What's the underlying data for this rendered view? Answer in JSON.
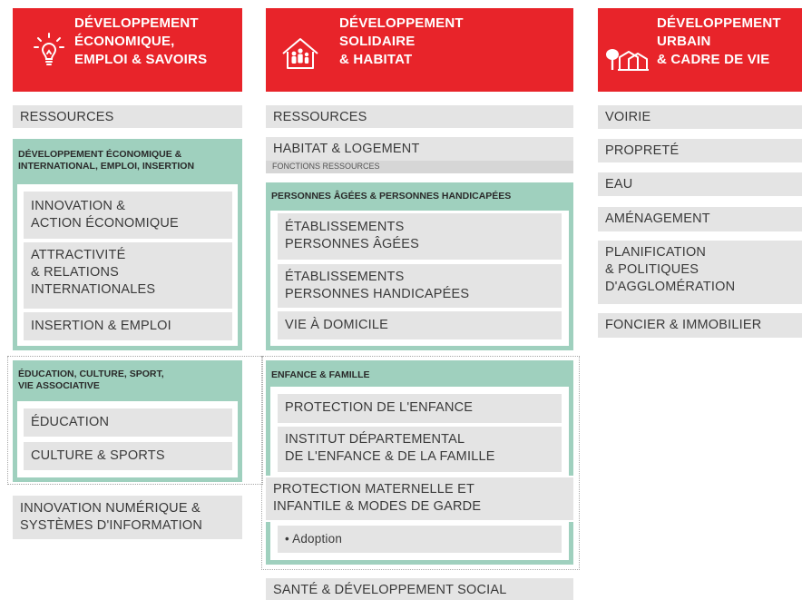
{
  "columns": [
    {
      "title_lines": [
        "DÉVELOPPEMENT",
        "ÉCONOMIQUE,",
        "EMPLOI & SAVOIRS"
      ],
      "icon": "lightbulb-icon",
      "ressources": "RESSOURCES",
      "group1": {
        "title_lines": [
          "DÉVELOPPEMENT ÉCONOMIQUE &",
          "INTERNATIONAL, EMPLOI, INSERTION"
        ],
        "items": [
          {
            "lines": [
              "INNOVATION &",
              "ACTION ÉCONOMIQUE"
            ]
          },
          {
            "lines": [
              "ATTRACTIVITÉ",
              "& RELATIONS",
              "INTERNATIONALES"
            ]
          },
          {
            "lines": [
              "INSERTION & EMPLOI"
            ]
          }
        ]
      },
      "group2": {
        "title_lines": [
          "ÉDUCATION, CULTURE, SPORT,",
          "VIE ASSOCIATIVE"
        ],
        "items": [
          {
            "lines": [
              "ÉDUCATION"
            ]
          },
          {
            "lines": [
              "CULTURE & SPORTS"
            ]
          }
        ]
      },
      "footer": [
        "INNOVATION NUMÉRIQUE &",
        "SYSTÈMES D'INFORMATION"
      ]
    },
    {
      "title_lines": [
        "DÉVELOPPEMENT",
        "SOLIDAIRE",
        "& HABITAT"
      ],
      "icon": "family-house-icon",
      "ressources": "RESSOURCES",
      "habitat": "HABITAT & LOGEMENT",
      "fonctions": "FONCTIONS RESSOURCES",
      "group1": {
        "title_lines": [
          "PERSONNES ÂGÉES & PERSONNES HANDICAPÉES"
        ],
        "items": [
          {
            "lines": [
              "ÉTABLISSEMENTS",
              "PERSONNES ÂGÉES"
            ]
          },
          {
            "lines": [
              "ÉTABLISSEMENTS",
              "PERSONNES HANDICAPÉES"
            ]
          },
          {
            "lines": [
              "VIE À DOMICILE"
            ]
          }
        ]
      },
      "group2": {
        "title_lines": [
          "ENFANCE & FAMILLE"
        ],
        "items": [
          {
            "lines": [
              "PROTECTION DE L'ENFANCE"
            ]
          },
          {
            "lines": [
              "INSTITUT DÉPARTEMENTAL",
              "DE L'ENFANCE & DE LA FAMILLE"
            ]
          }
        ],
        "pmi": [
          "PROTECTION MATERNELLE ET",
          "INFANTILE & MODES DE GARDE"
        ],
        "adoption": "• Adoption"
      },
      "footer": "SANTÉ & DÉVELOPPEMENT SOCIAL"
    },
    {
      "title_lines": [
        "DÉVELOPPEMENT",
        "URBAIN",
        "& CADRE DE VIE"
      ],
      "icon": "trees-city-icon",
      "items": [
        {
          "lines": [
            "VOIRIE"
          ]
        },
        {
          "lines": [
            "PROPRETÉ"
          ]
        },
        {
          "lines": [
            "EAU"
          ]
        },
        {
          "lines": [
            "AMÉNAGEMENT"
          ]
        },
        {
          "lines": [
            "PLANIFICATION",
            "& POLITIQUES",
            "D'AGGLOMÉRATION"
          ]
        },
        {
          "lines": [
            "FONCIER & IMMOBILIER"
          ]
        }
      ]
    }
  ],
  "colors": {
    "header_red": "#e8242a",
    "section_green": "#9fd0be",
    "box_gray": "#e4e4e4"
  }
}
